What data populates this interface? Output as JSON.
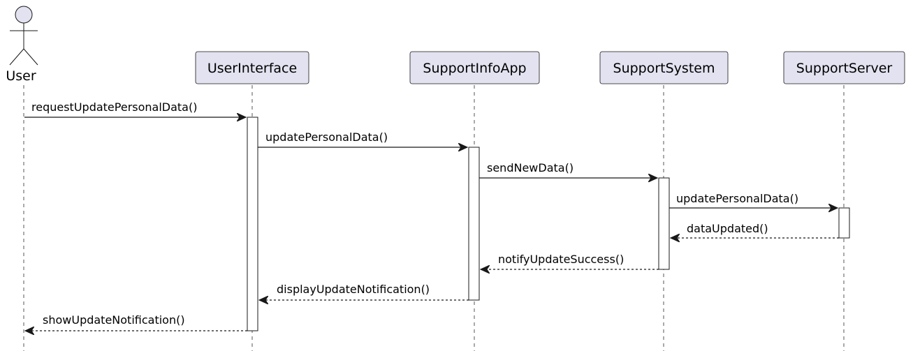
{
  "participants": [
    {
      "id": "user",
      "label": "User",
      "kind": "actor"
    },
    {
      "id": "ui",
      "label": "UserInterface",
      "kind": "participant"
    },
    {
      "id": "app",
      "label": "SupportInfoApp",
      "kind": "participant"
    },
    {
      "id": "system",
      "label": "SupportSystem",
      "kind": "participant"
    },
    {
      "id": "server",
      "label": "SupportServer",
      "kind": "participant"
    }
  ],
  "messages": [
    {
      "label": "requestUpdatePersonalData()",
      "from": "user",
      "to": "ui",
      "style": "solid"
    },
    {
      "label": "updatePersonalData()",
      "from": "ui",
      "to": "app",
      "style": "solid"
    },
    {
      "label": "sendNewData()",
      "from": "app",
      "to": "system",
      "style": "solid"
    },
    {
      "label": "updatePersonalData()",
      "from": "system",
      "to": "server",
      "style": "solid"
    },
    {
      "label": "dataUpdated()",
      "from": "server",
      "to": "system",
      "style": "dashed"
    },
    {
      "label": "notifyUpdateSuccess()",
      "from": "system",
      "to": "app",
      "style": "dashed"
    },
    {
      "label": "displayUpdateNotification()",
      "from": "app",
      "to": "ui",
      "style": "dashed"
    },
    {
      "label": "showUpdateNotification()",
      "from": "ui",
      "to": "user",
      "style": "dashed"
    }
  ],
  "colors": {
    "participant_fill": "#e2e2f0",
    "border": "#181818",
    "lifeline": "#555555"
  }
}
